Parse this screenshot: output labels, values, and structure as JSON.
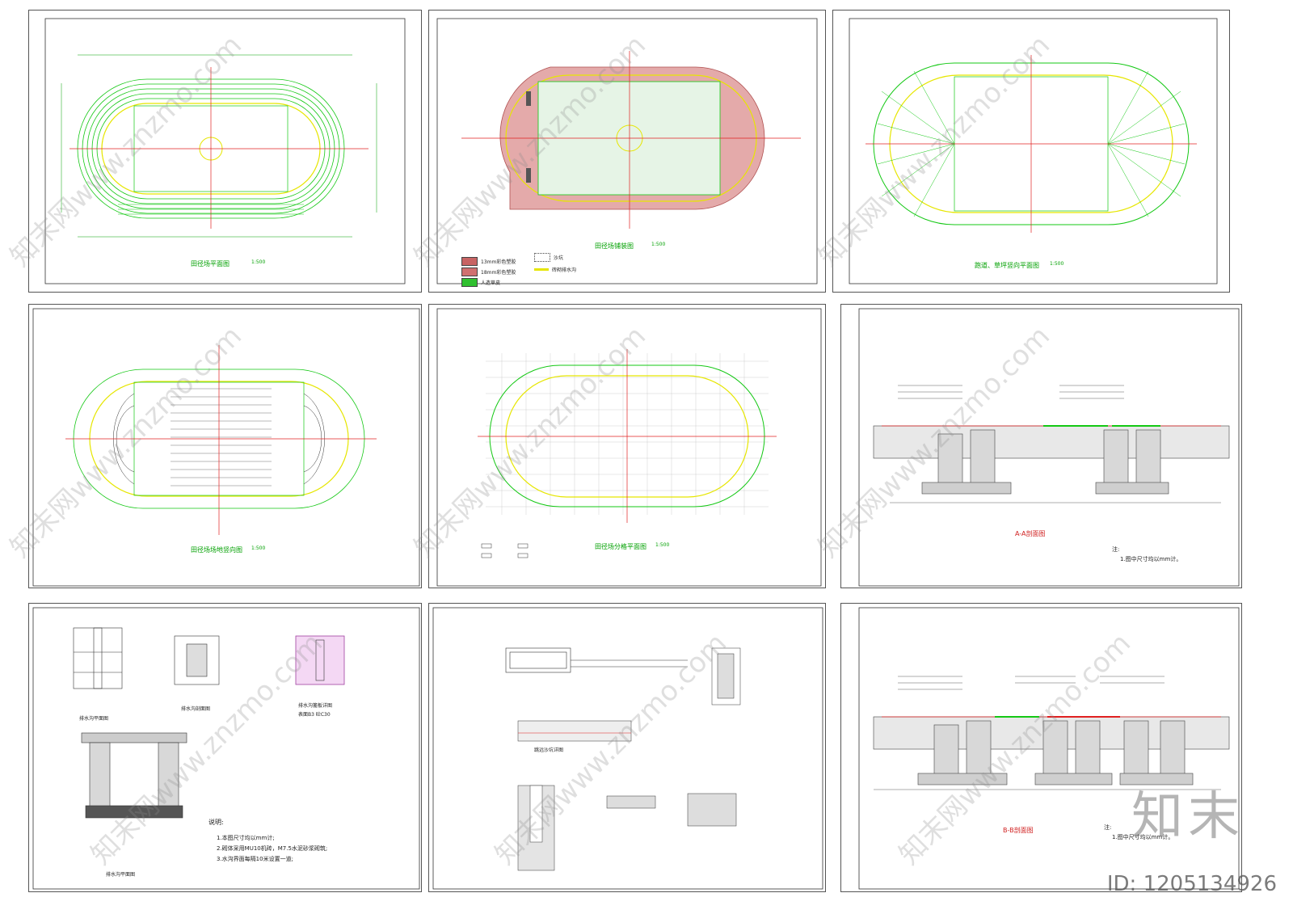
{
  "colors": {
    "track_green": "#14c814",
    "lane_yellow": "#e6e600",
    "axis_red": "#e02020",
    "dim_green": "#00a000",
    "rubber_red": "#c86464",
    "turf_green": "#cfe9cf"
  },
  "sheets": [
    {
      "caption": "田径场平面图",
      "scale": "1:500"
    },
    {
      "caption": "田径场铺装图",
      "scale": "1:500"
    },
    {
      "caption": "跑道、草坪竖向平面图",
      "scale": "1:500"
    },
    {
      "caption": "田径场场地竖向图",
      "scale": "1:500"
    },
    {
      "caption": "田径场分格平面图",
      "scale": "1:500"
    },
    {
      "caption": "A-A剖面图",
      "note": "注:",
      "note_line": "1.图中尺寸均以mm计。"
    },
    {
      "caption": "排水沟平面图"
    },
    {
      "caption": "跳远沙坑详图"
    },
    {
      "caption": "B-B剖面图",
      "note": "注:",
      "note_line": "1.图中尺寸均以mm计。"
    }
  ],
  "paving_legend": [
    {
      "label": "13mm彩色塑胶",
      "color": "#c86464"
    },
    {
      "label": "沙坑",
      "color": "#ffffff"
    },
    {
      "label": "18mm彩色塑胶",
      "color": "#d07070"
    },
    {
      "label": "砖砌排水沟",
      "color": "#e6e600"
    },
    {
      "label": "人造草皮",
      "color": "#30c030"
    }
  ],
  "drain_details": {
    "plan_title": "排水沟平面图",
    "section_title": "排水沟剖面图",
    "grate_title": "排水沟篦板详图",
    "grate_sub": "表面B3 砼C30",
    "notes_title": "说明:",
    "notes": [
      "1.本图尺寸均以mm计;",
      "2.砌体采用MU10机砖，M7.5水泥砂浆砌筑;",
      "3.水沟界面每隔10米设置一道;"
    ]
  },
  "watermark": "知末网www.znzmo.com",
  "brand": "知末",
  "id_label": "ID: 1205134926"
}
